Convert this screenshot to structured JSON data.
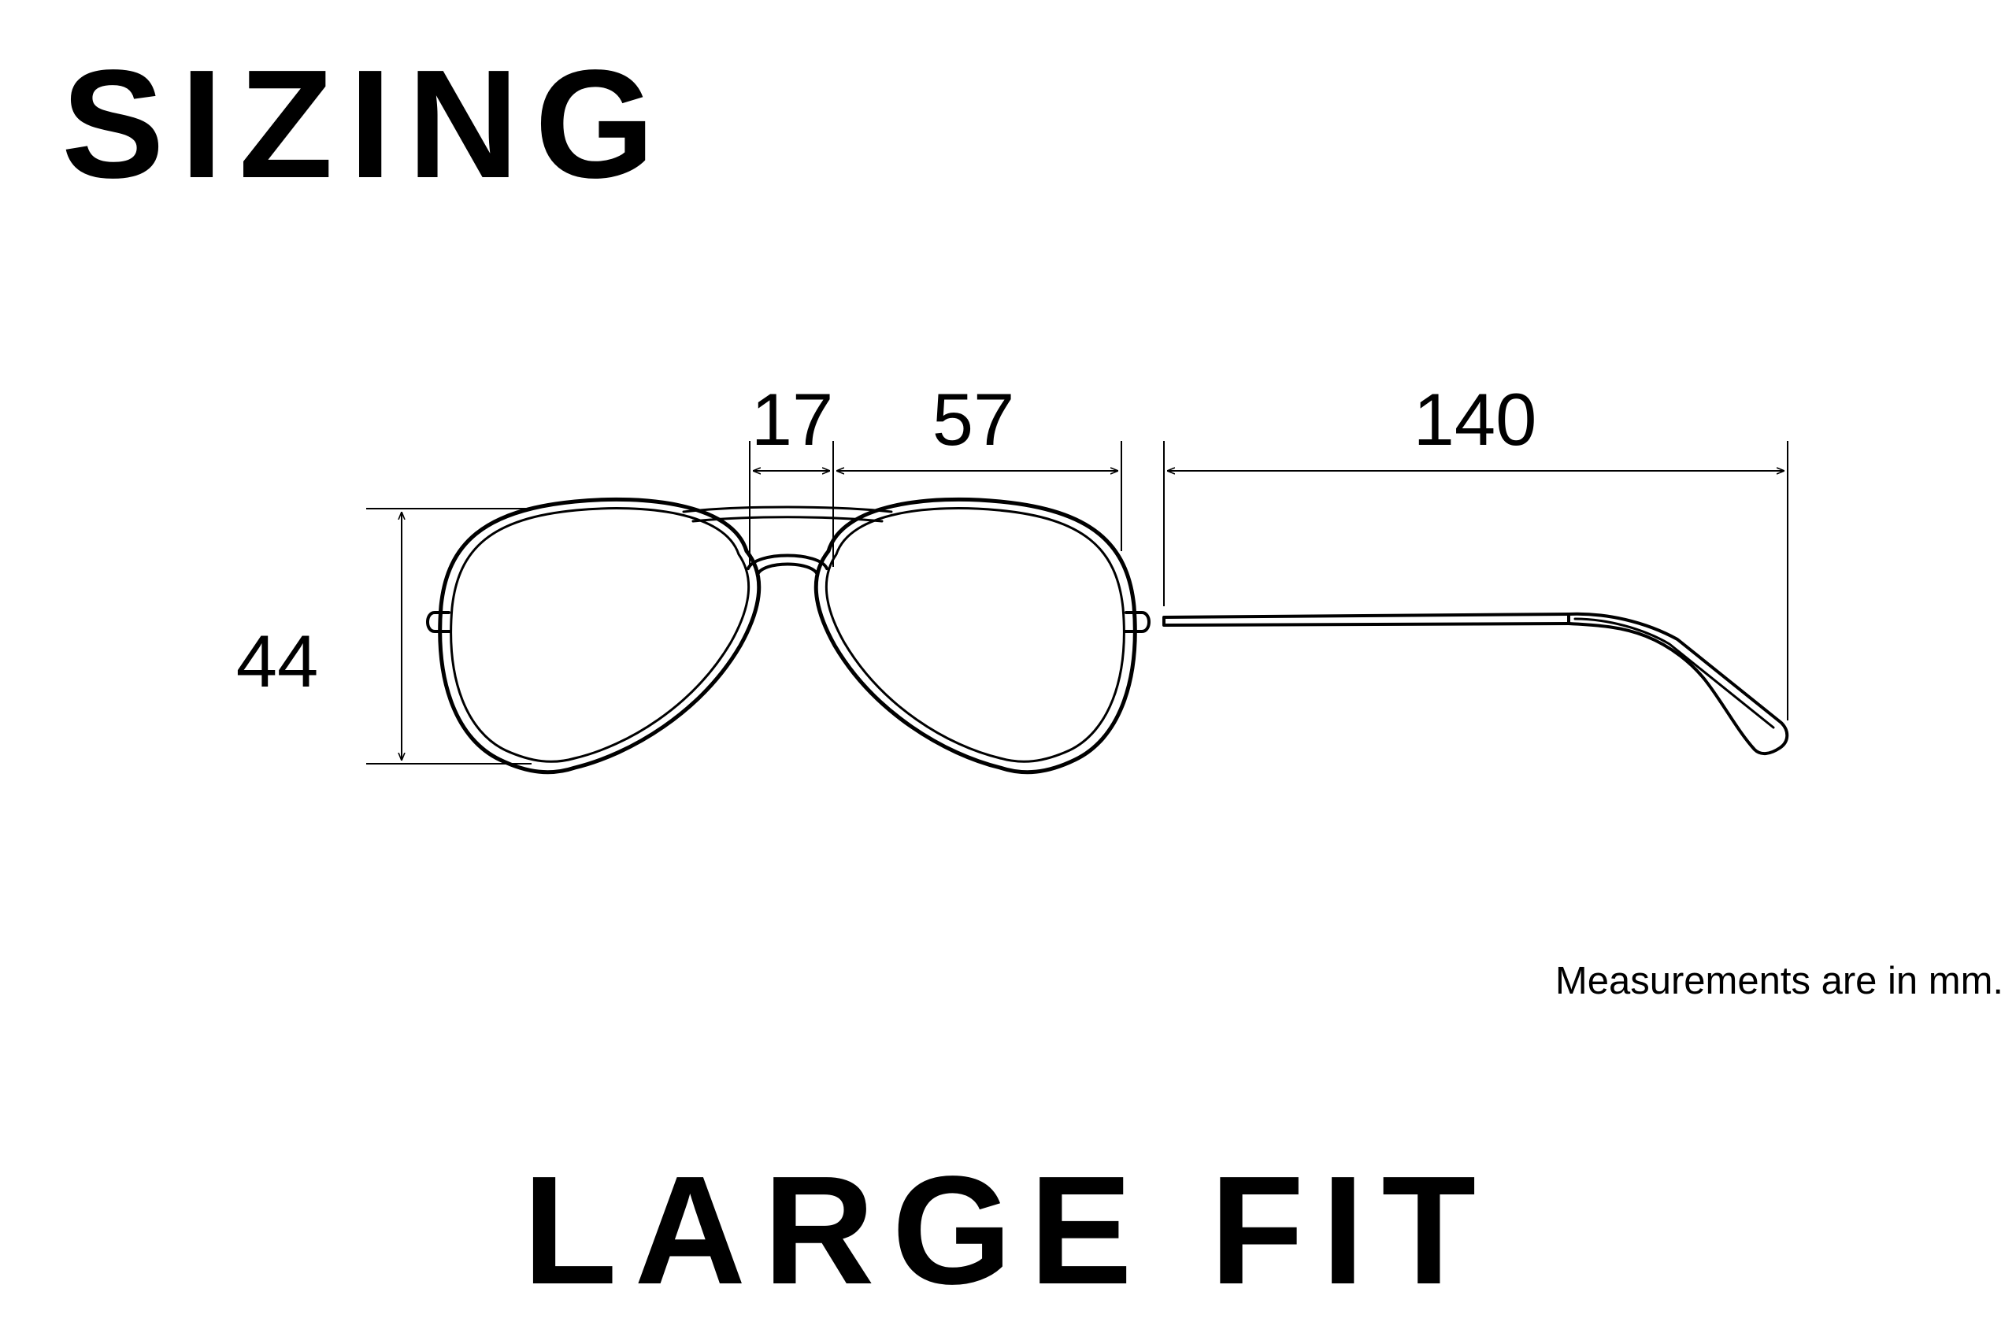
{
  "title": "SIZING",
  "dimensions": {
    "bridge": "17",
    "lens_width": "57",
    "temple_length": "140",
    "lens_height": "44"
  },
  "note": "Measurements are in mm.",
  "fit": "LARGE FIT",
  "colors": {
    "ink": "#000000",
    "background": "#ffffff"
  }
}
